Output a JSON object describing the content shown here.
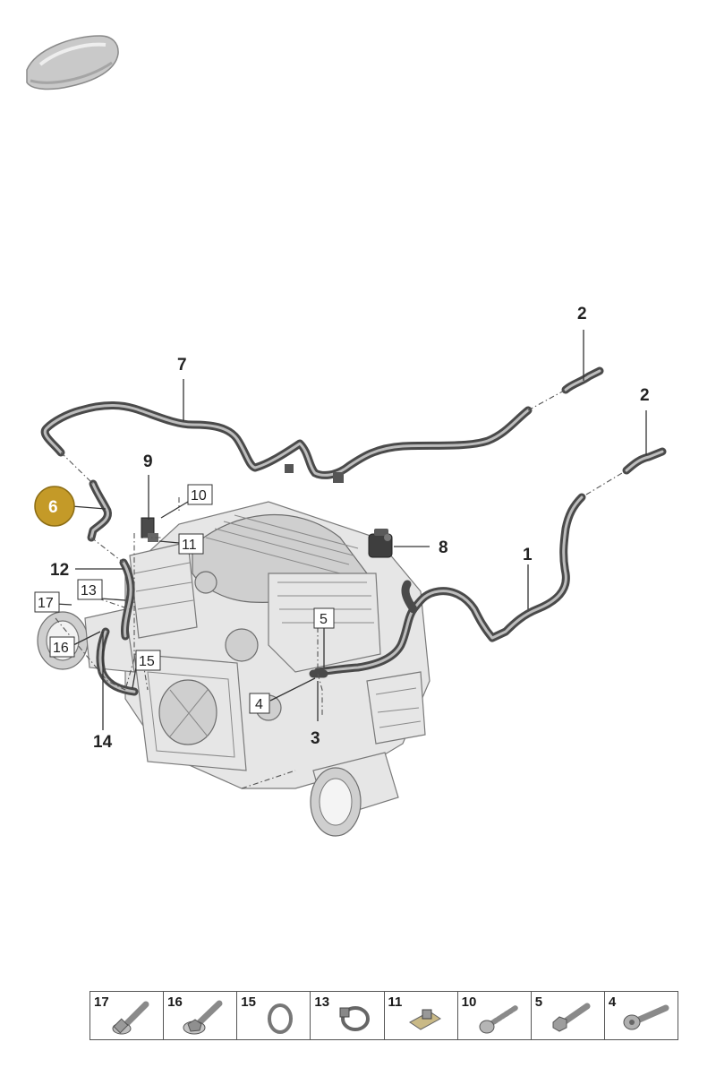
{
  "callouts": {
    "c1": "1",
    "c2a": "2",
    "c2b": "2",
    "c3": "3",
    "c4": "4",
    "c5": "5",
    "c6": "6",
    "c7": "7",
    "c8": "8",
    "c9": "9",
    "c10": "10",
    "c11": "11",
    "c12": "12",
    "c13": "13",
    "c14": "14",
    "c15": "15",
    "c16": "16",
    "c17": "17"
  },
  "highlight_color": "#c49a28",
  "legend": {
    "items": [
      {
        "number": "17",
        "icon": "collar-bolt-icon"
      },
      {
        "number": "16",
        "icon": "flange-bolt-icon"
      },
      {
        "number": "15",
        "icon": "o-ring-icon"
      },
      {
        "number": "13",
        "icon": "hose-clamp-icon"
      },
      {
        "number": "11",
        "icon": "clip-nut-icon"
      },
      {
        "number": "10",
        "icon": "self-tapping-screw-icon"
      },
      {
        "number": "5",
        "icon": "hex-bolt-icon"
      },
      {
        "number": "4",
        "icon": "torx-bolt-icon"
      }
    ]
  }
}
